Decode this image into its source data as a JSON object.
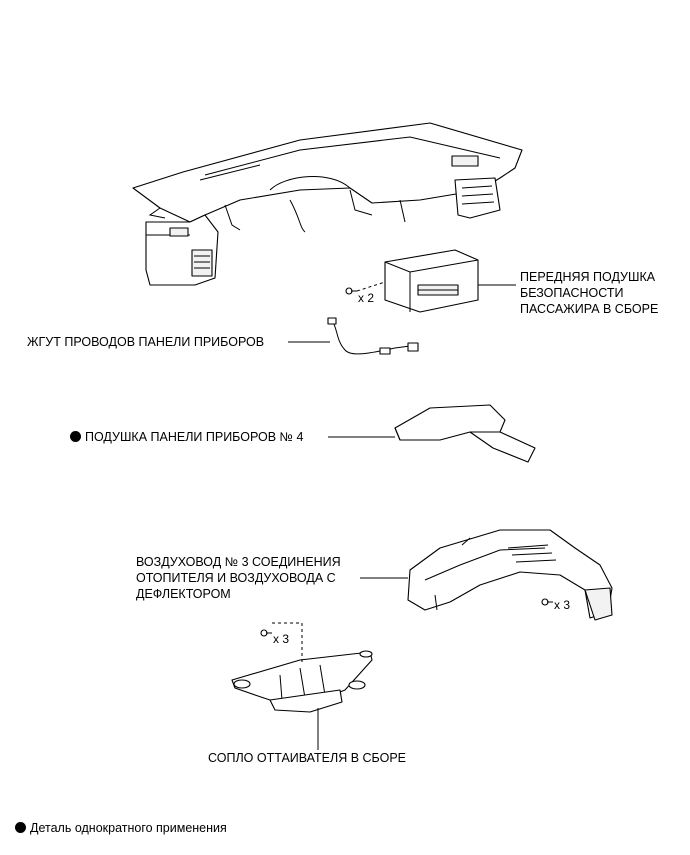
{
  "labels": {
    "airbag": [
      "ПЕРЕДНЯЯ ПОДУШКА",
      "БЕЗОПАСНОСТИ",
      "ПАССАЖИРА В СБОРЕ"
    ],
    "harness": "ЖГУТ ПРОВОДОВ ПАНЕЛИ ПРИБОРОВ",
    "cushion": "ПОДУШКА ПАНЕЛИ ПРИБОРОВ № 4",
    "duct": [
      "ВОЗДУХОВОД № 3 СОЕДИНЕНИЯ",
      "ОТОПИТЕЛЯ И ВОЗДУХОВОДА С",
      "ДЕФЛЕКТОРОМ"
    ],
    "nozzle": "СОПЛО ОТТАИВАТЕЛЯ В СБОРЕ"
  },
  "quantities": {
    "airbag_screws": "x 2",
    "duct_screws": "x 3",
    "nozzle_screws": "x 3"
  },
  "legend": {
    "text": "Деталь однократного применения"
  }
}
